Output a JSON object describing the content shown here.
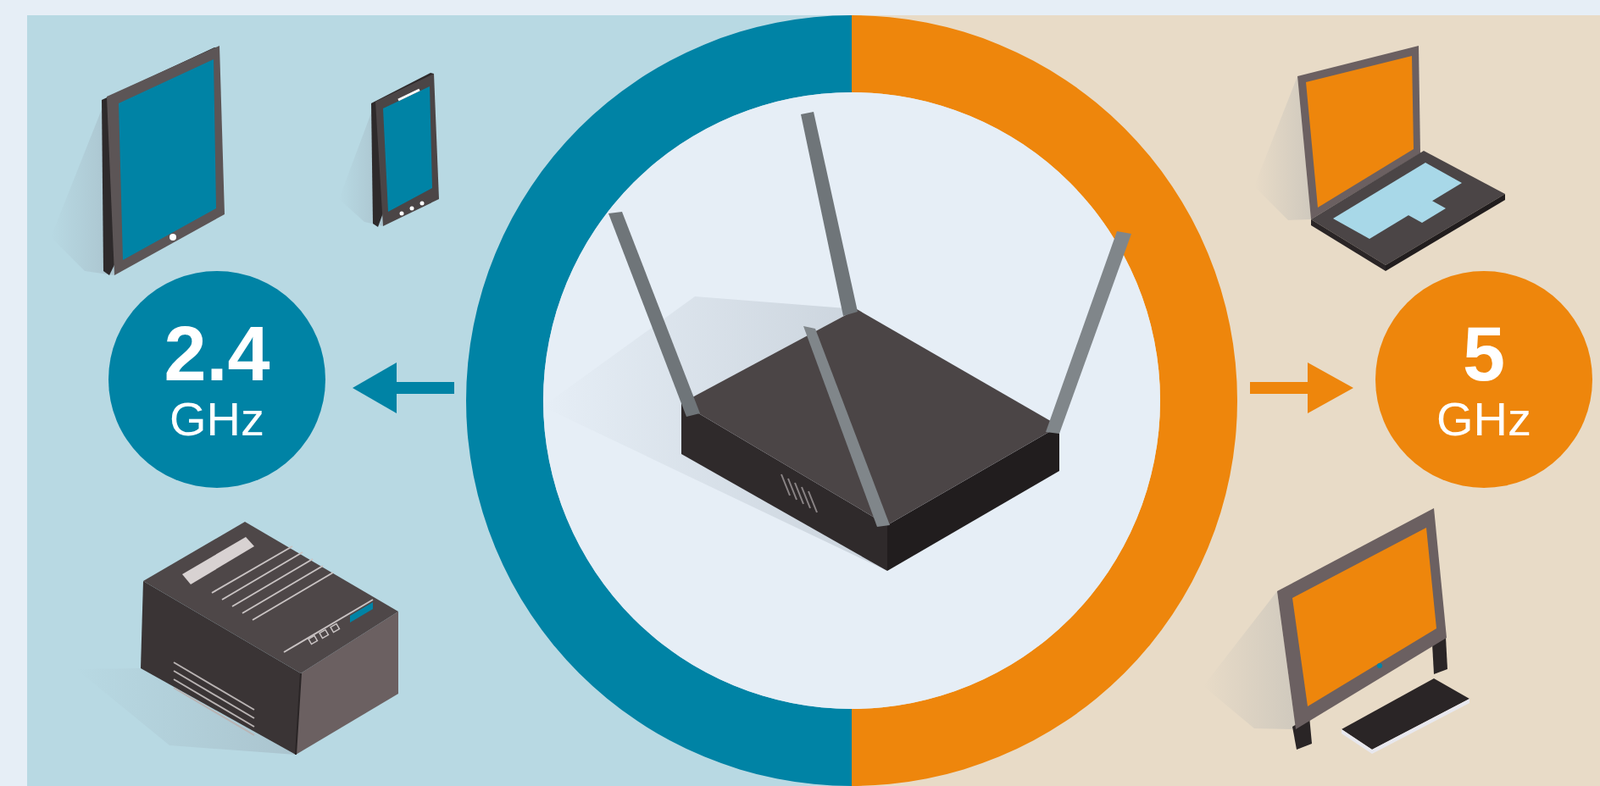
{
  "diagram": {
    "nodes": [
      {
        "text": [
          "2.4",
          "GHz"
        ]
      },
      {
        "text": [
          "5",
          "GHz"
        ]
      }
    ]
  }
}
